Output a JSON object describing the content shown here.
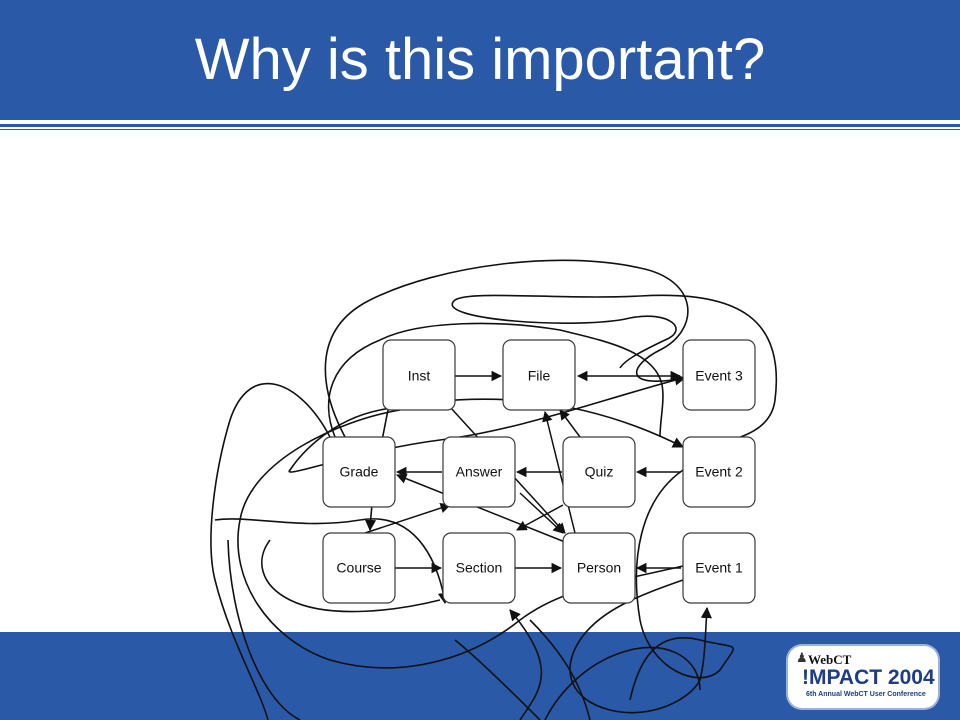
{
  "slide": {
    "title": "Why is this important?"
  },
  "diagram": {
    "nodes": {
      "inst": "Inst",
      "file": "File",
      "event3": "Event 3",
      "grade": "Grade",
      "answer": "Answer",
      "quiz": "Quiz",
      "event2": "Event 2",
      "course": "Course",
      "section": "Section",
      "person": "Person",
      "event1": "Event 1"
    }
  },
  "logo": {
    "brand": "WebCT",
    "event": "!MPACT 2004",
    "subtitle": "6th Annual WebCT User Conference"
  },
  "colors": {
    "band": "#2a59a7",
    "background": "#ffffff",
    "title_text": "#ffffff",
    "logo_text": "#1c3e86"
  }
}
